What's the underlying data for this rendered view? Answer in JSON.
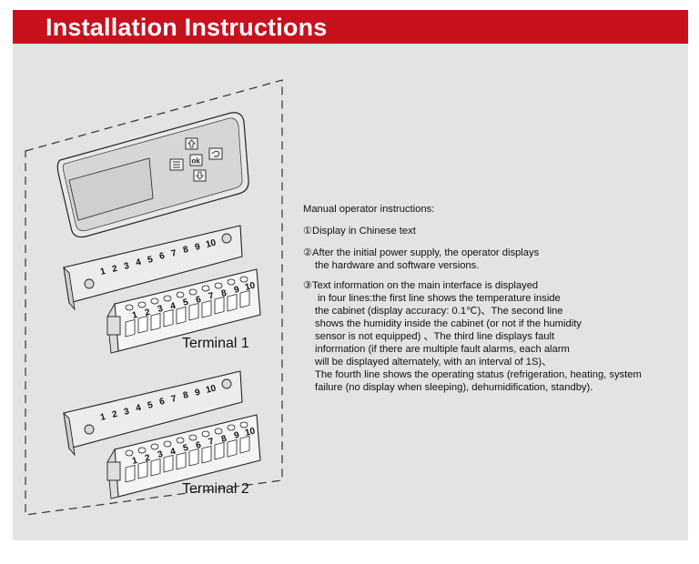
{
  "header": {
    "title": "Installation Instructions",
    "color": "#c9101d"
  },
  "terminals": {
    "label_1": "Terminal 1",
    "label_2": "Terminal 2",
    "pin_numbers": [
      "1",
      "2",
      "3",
      "4",
      "5",
      "6",
      "7",
      "8",
      "9",
      "10"
    ]
  },
  "controller": {
    "buttons": [
      "up-arrow-icon",
      "menu-icon",
      "ok-icon",
      "back-icon",
      "down-arrow-icon"
    ],
    "ok_label": "ok"
  },
  "instructions": {
    "heading": "Manual operator instructions:",
    "item1": "①Display in Chinese text",
    "item2_l1": "②After the initial power supply, the operator displays",
    "item2_l2": "the hardware and software versions.",
    "item3_l1": "③Text information on the main interface is displayed",
    "item3_l2": "in four lines:the first line shows the temperature inside",
    "item3_l3": "the cabinet (display accuracy: 0.1℃)、The second line",
    "item3_l4": "shows the humidity  inside the cabinet (or not if the humidity",
    "item3_l5": "sensor is not equipped)   、The third line displays fault",
    "item3_l6": "information (if there are multiple fault alarms, each alarm",
    "item3_l7": "will be displayed alternately, with an   interval of 1S)、",
    "item3_l8": "The fourth line shows the operating status (refrigeration, heating, system",
    "item3_l9": "failure (no display when sleeping), dehumidification, standby)."
  }
}
